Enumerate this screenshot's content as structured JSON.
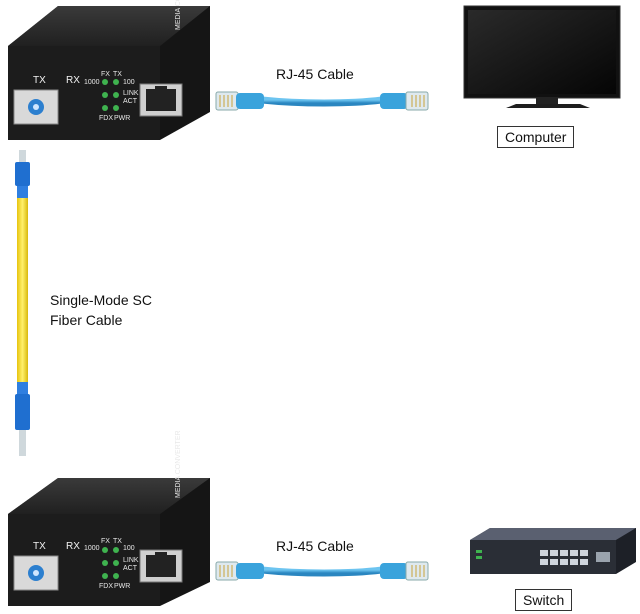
{
  "top_converter": {
    "port_tx": "TX",
    "port_rx": "RX",
    "led_labels": [
      "1000",
      "FX",
      "TX",
      "100",
      "LINK",
      "ACT",
      "FDX",
      "PWR"
    ]
  },
  "bottom_converter": {
    "port_tx": "TX",
    "port_rx": "RX",
    "led_labels": [
      "1000",
      "FX",
      "TX",
      "100",
      "LINK",
      "ACT",
      "FDX",
      "PWR"
    ]
  },
  "top_cable_label": "RJ-45 Cable",
  "bottom_cable_label": "RJ-45 Cable",
  "computer_label": "Computer",
  "switch_label": "Switch",
  "fiber_label_line1": "Single-Mode SC",
  "fiber_label_line2": "Fiber Cable",
  "colors": {
    "device_body": "#1c1c1c",
    "cable_blue": "#3aa3dc",
    "fiber_yellow": "#f2d21b",
    "connector_blue": "#1f6fd0",
    "led_green": "#3fb34f"
  },
  "icons": [
    "media-converter-icon",
    "rj45-connector-icon",
    "monitor-icon",
    "network-switch-icon",
    "sc-connector-icon"
  ]
}
